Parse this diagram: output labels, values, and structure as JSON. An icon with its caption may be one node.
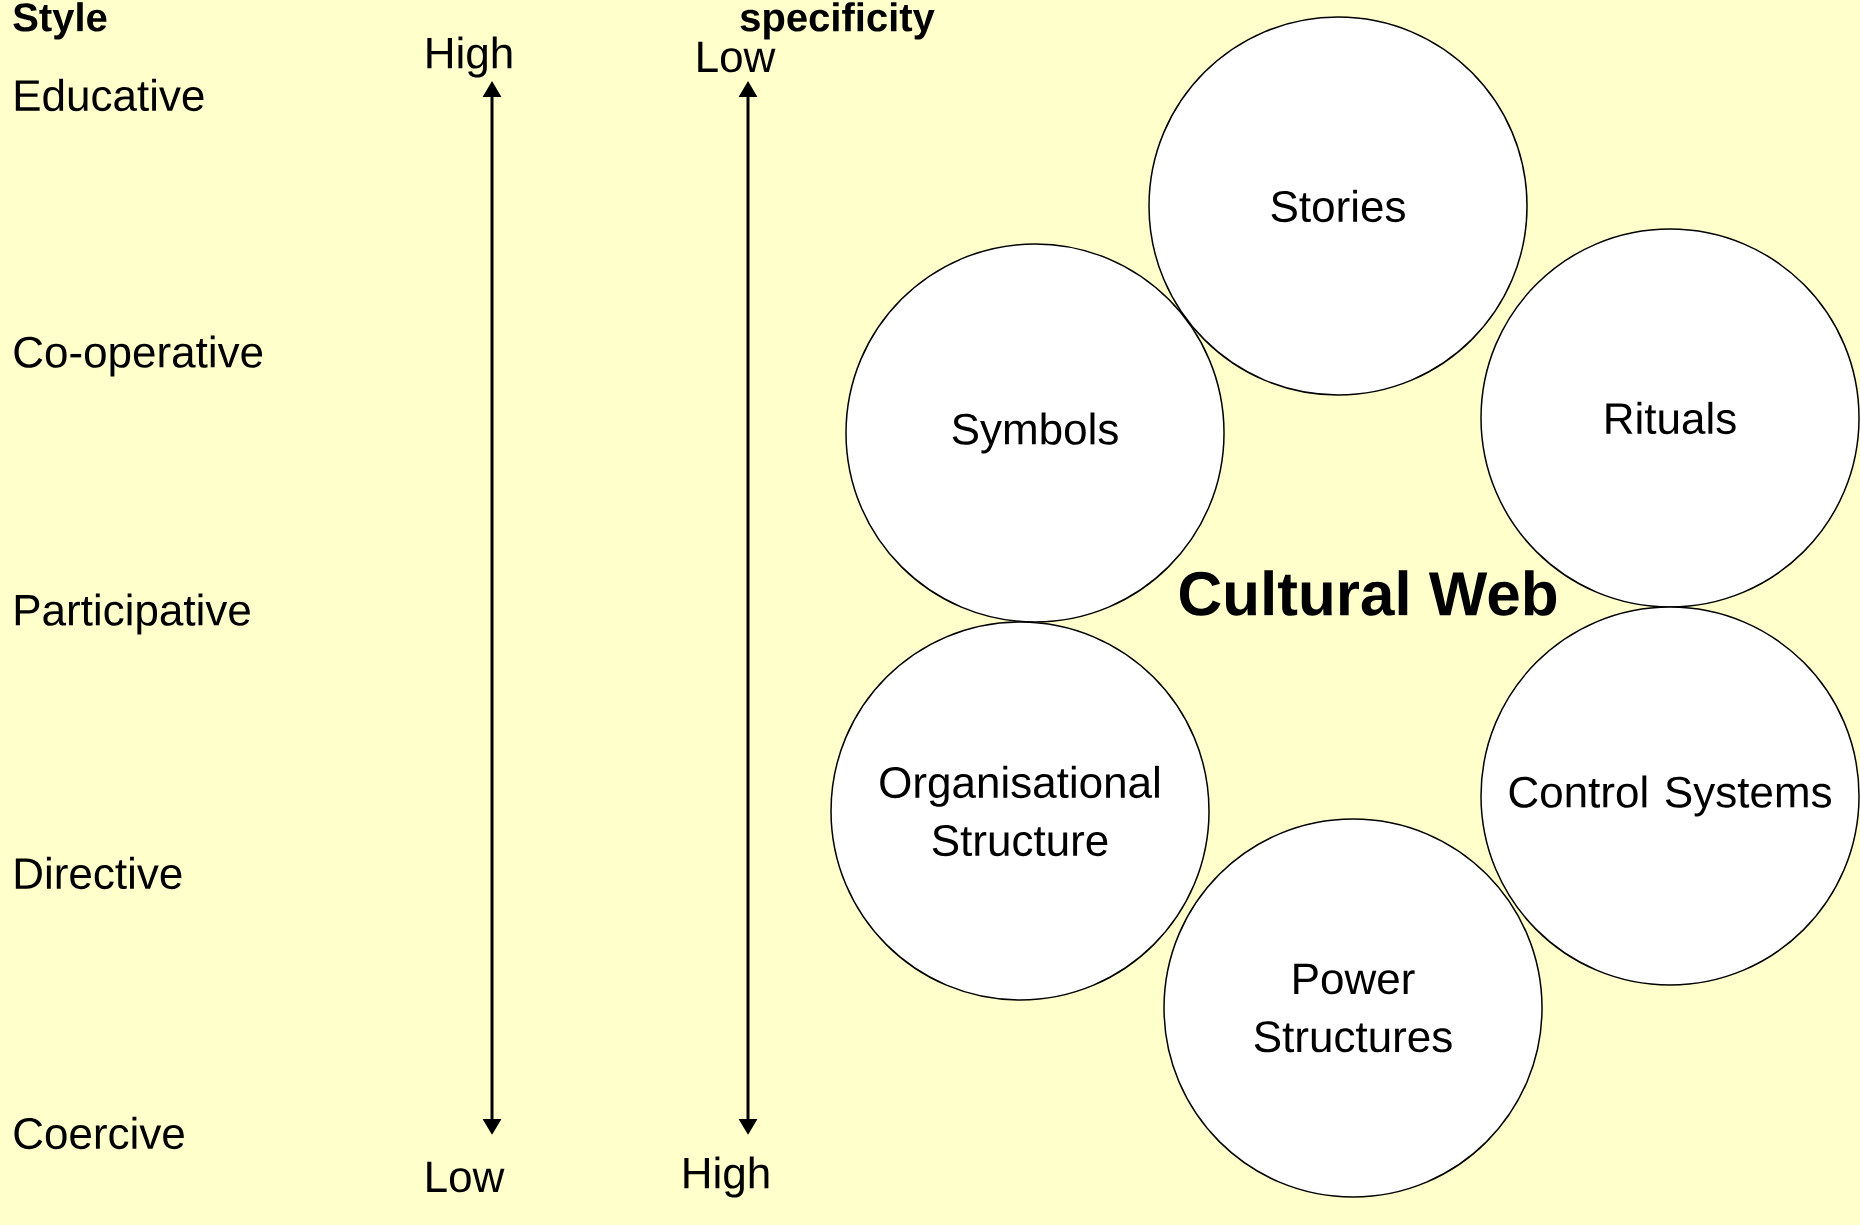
{
  "diagram": {
    "nodes": [
      {
        "text": [
          "Stories"
        ]
      },
      {
        "text": [
          "Symbols"
        ]
      },
      {
        "text": [
          "Rituals"
        ]
      },
      {
        "text": [
          "Organisational Structure"
        ]
      },
      {
        "text": [
          "Control Systems"
        ]
      },
      {
        "text": [
          "Power Structures"
        ]
      }
    ],
    "labels": [
      "Style",
      "specificity",
      "High",
      "Low",
      "Educative",
      "Co-operative",
      "Participative",
      "Directive",
      "Coercive",
      "Cultural Web",
      "Low",
      "High"
    ]
  }
}
